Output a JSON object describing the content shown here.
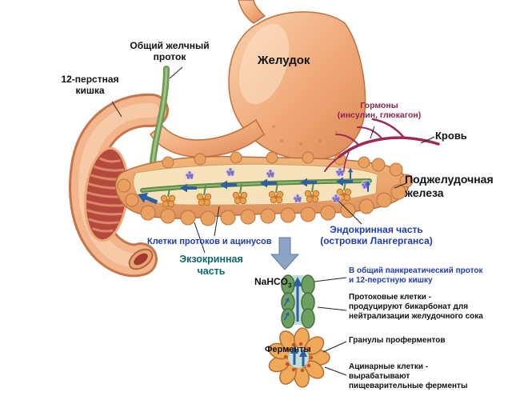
{
  "labels": {
    "common_bile_duct_lines": [
      "Общий желчный",
      "проток"
    ],
    "stomach": "Желудок",
    "duodenum_lines": [
      "12-перстная",
      "кишка"
    ],
    "hormones_lines": [
      "Гормоны",
      "(инсулин, глюкагон)"
    ],
    "blood": "Кровь",
    "pancreas_lines": [
      "Поджелудочная",
      "железа"
    ],
    "duct_acinar_cells": "Клетки протоков и ацинусов",
    "endocrine_lines": [
      "Эндокринная часть",
      "(островки Лангерганса)"
    ],
    "exocrine_lines": [
      "Экзокринная",
      "часть"
    ],
    "nahco3_base": "NaHCO",
    "nahco3_sub": "3",
    "inset_destination_lines": [
      "В общий панкреатический проток",
      "и 12-перстную кишку"
    ],
    "duct_cells_lines": [
      "Протоковые клетки -",
      "продуцируют бикарбонат для",
      "нейтрализации желудочного сока"
    ],
    "granules": "Гранулы проферментов",
    "enzymes": "Ферменты",
    "acinar_cells_lines": [
      "Ацинарные клетки -",
      "вырабатывают",
      "пищеварительные ферменты"
    ]
  },
  "colors": {
    "stomach_fill": "#f0a878",
    "pancreas_fill": "#eba768",
    "pancreas_interior": "#f7e3bb",
    "duct_green": "#6d9a53",
    "flow_arrow_blue": "#2e5fa3",
    "blood_vessel_red": "#9e2a50",
    "islet_violet": "#7f6fc4",
    "label_blue": "#1e3cb5",
    "label_teal": "#0c6a6a",
    "label_maroon": "#8e2250"
  }
}
